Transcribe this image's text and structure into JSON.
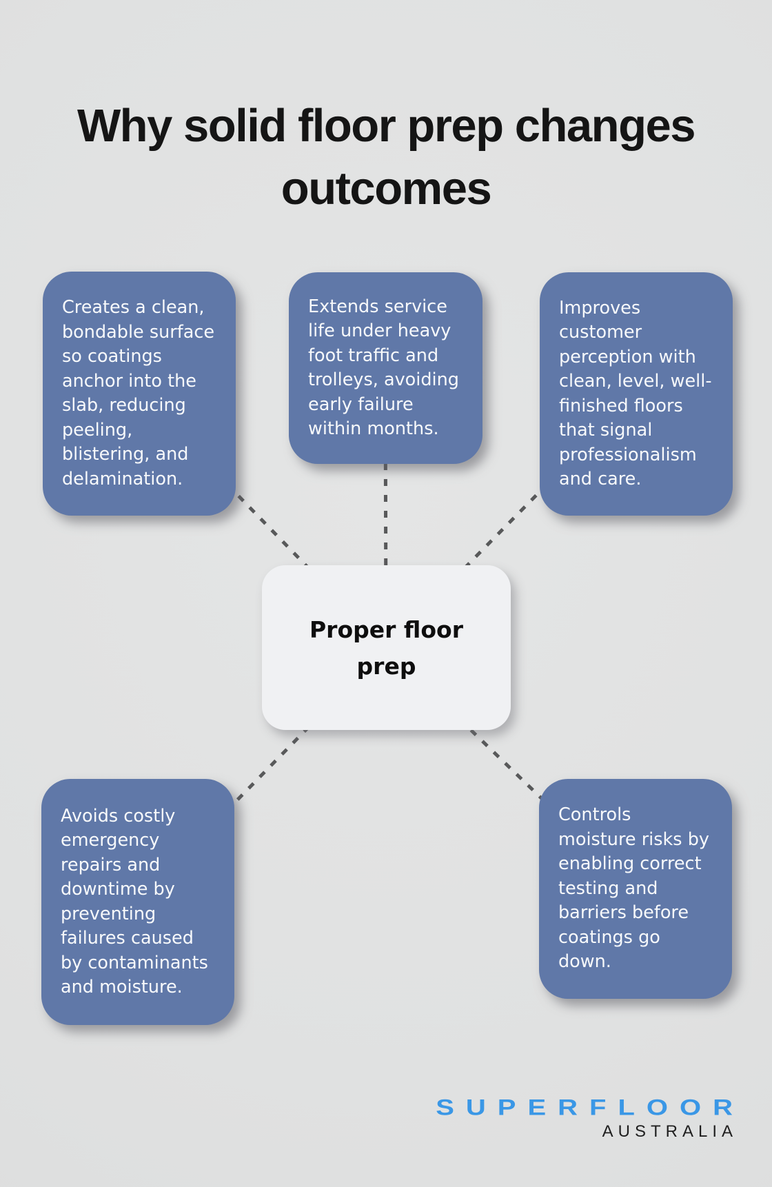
{
  "title": "Why solid floor prep changes outcomes",
  "center": {
    "label": "Proper floor prep"
  },
  "cards": [
    {
      "position": "top-left",
      "text": "Creates a clean, bondable surface so coatings anchor into the slab, reducing peeling, blistering, and delamination."
    },
    {
      "position": "top-center",
      "text": "Extends service life under heavy foot traffic and trolleys, avoiding early failure within months."
    },
    {
      "position": "top-right",
      "text": "Improves customer perception with clean, level, well-finished floors that signal professionalism and care."
    },
    {
      "position": "bottom-left",
      "text": "Avoids costly emergency repairs and downtime by preventing failures caused by contaminants and moisture."
    },
    {
      "position": "bottom-right",
      "text": "Controls moisture risks by enabling correct testing and barriers before coatings go down."
    }
  ],
  "logo": {
    "brand": "SUPERFLOOR",
    "region": "AUSTRALIA"
  },
  "colors": {
    "background": "#e0e1e1",
    "card_fill": "#6078a8",
    "card_text": "#f7f9fb",
    "hub_fill": "#f0f1f3",
    "hub_text": "#0e0e0e",
    "connector": "#58595a",
    "title_text": "#151515",
    "brand_blue": "#3a97e6",
    "brand_region_text": "#1f1f1f"
  }
}
